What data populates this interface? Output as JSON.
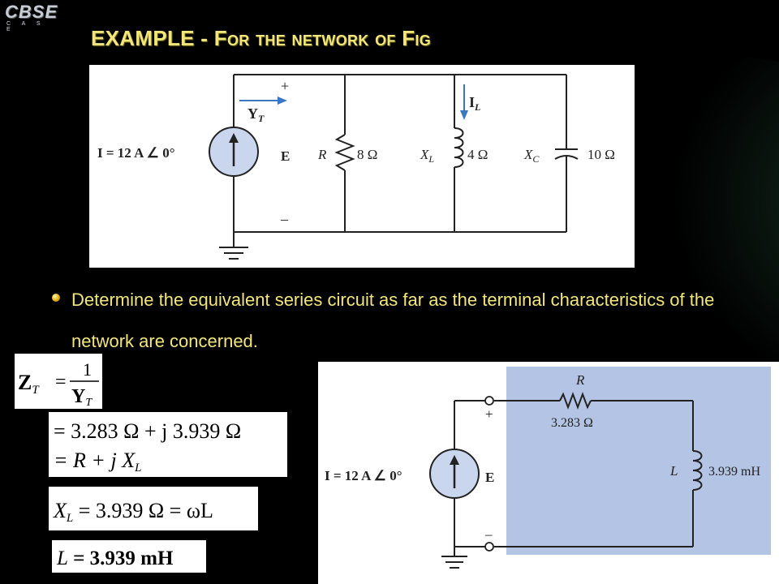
{
  "logo": {
    "main": "CBSE",
    "sub": "C A S E"
  },
  "title": "EXAMPLE - For the network of Fig",
  "bullet_text": "Determine the equivalent series circuit as far as the terminal characteristics of the network are concerned.",
  "circuit1": {
    "source_label": "I = 12 A ∠ 0°",
    "admittance_label": "Y",
    "admittance_sub": "T",
    "plus": "+",
    "minus": "–",
    "node_label": "E",
    "r_name": "R",
    "r_value": "8 Ω",
    "il_label": "I",
    "il_sub": "L",
    "xl_name": "X",
    "xl_sub": "L",
    "xl_value": "4 Ω",
    "xc_name": "X",
    "xc_sub": "C",
    "xc_value": "10 Ω"
  },
  "equations": {
    "zt_lhs": "Z",
    "zt_sub": "T",
    "zt_eq": "=",
    "zt_num": "1",
    "zt_den": "Y",
    "zt_den_sub": "T",
    "line1": "= 3.283 Ω + j 3.939 Ω",
    "line2_a": "= R + j X",
    "line2_sub": "L",
    "xl_lhs": "X",
    "xl_sub": "L",
    "xl_rest": " = 3.939 Ω = ωL",
    "l_lhs": "L",
    "l_rest": " = 3.939 mH"
  },
  "circuit2": {
    "source_label": "I = 12 A ∠ 0°",
    "node_label": "E",
    "plus": "+",
    "minus": "–",
    "r_name": "R",
    "r_value": "3.283 Ω",
    "l_name": "L",
    "l_value": "3.939 mH"
  },
  "colors": {
    "title": "#f2e67a",
    "text": "#f2e67a",
    "shade": "#b4c4e4",
    "source_fill": "#c9d6ee",
    "arrow": "#3b78c2"
  }
}
